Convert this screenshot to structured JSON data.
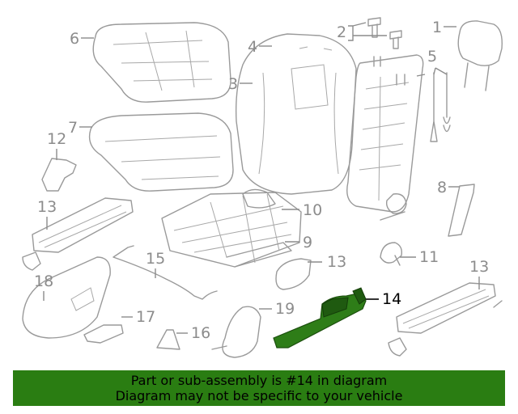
{
  "callouts": {
    "c1": "1",
    "c2": "2",
    "c3": "3",
    "c4": "4",
    "c5": "5",
    "c6": "6",
    "c7": "7",
    "c8": "8",
    "c9": "9",
    "c10": "10",
    "c11": "11",
    "c12": "12",
    "c13a": "13",
    "c13b": "13",
    "c13c": "13",
    "c14": "14",
    "c15": "15",
    "c16": "16",
    "c17": "17",
    "c18": "18",
    "c19": "19"
  },
  "highlighted_part": "14",
  "colors": {
    "highlight": "#2e7d18",
    "banner": "#2a7d12",
    "line_art": "#9a9a9a"
  },
  "banner": {
    "line1": "Part or sub-assembly is #14 in diagram",
    "line2": "Diagram may not be specific to your vehicle"
  }
}
